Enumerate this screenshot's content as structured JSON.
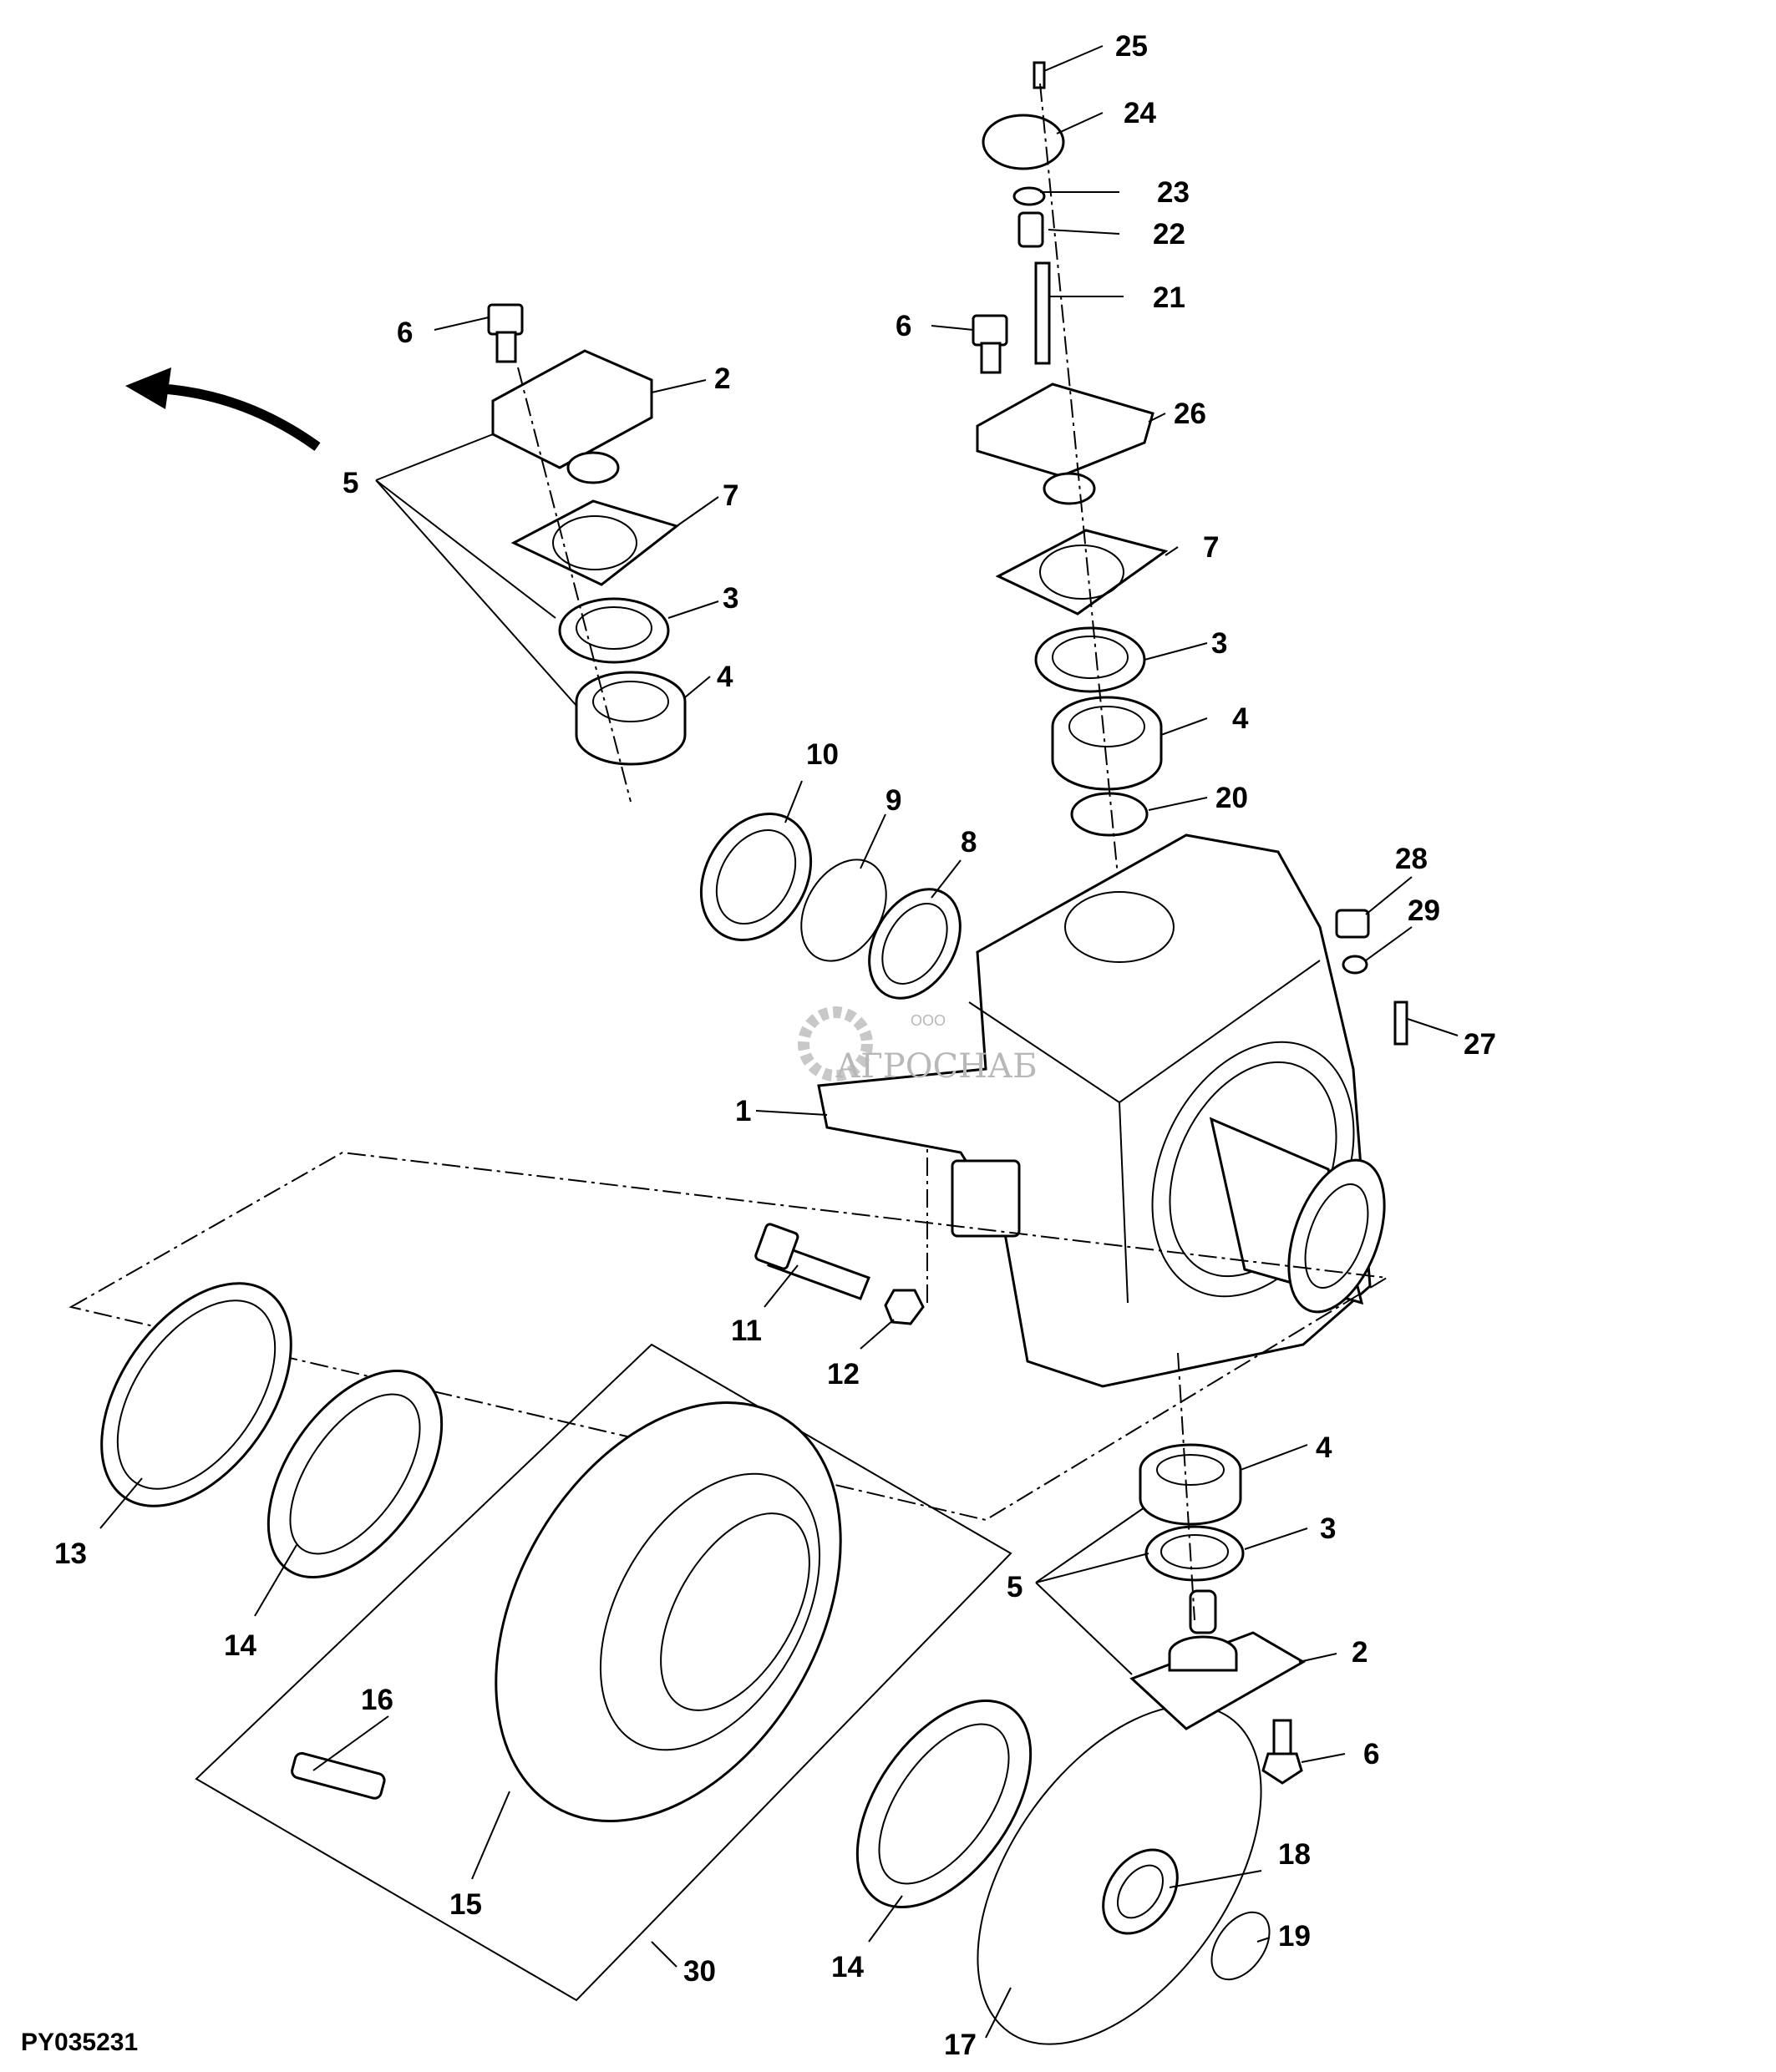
{
  "diagram": {
    "figure_code": "PY035231",
    "watermark": {
      "top": "ООО",
      "name": "АГРОСНАБ"
    },
    "callouts": [
      {
        "id": "c25",
        "text": "25"
      },
      {
        "id": "c24",
        "text": "24"
      },
      {
        "id": "c23",
        "text": "23"
      },
      {
        "id": "c22",
        "text": "22"
      },
      {
        "id": "c21",
        "text": "21"
      },
      {
        "id": "c6a",
        "text": "6"
      },
      {
        "id": "c6b",
        "text": "6"
      },
      {
        "id": "c2a",
        "text": "2"
      },
      {
        "id": "c26",
        "text": "26"
      },
      {
        "id": "c5a",
        "text": "5"
      },
      {
        "id": "c7a",
        "text": "7"
      },
      {
        "id": "c7b",
        "text": "7"
      },
      {
        "id": "c3a",
        "text": "3"
      },
      {
        "id": "c3b",
        "text": "3"
      },
      {
        "id": "c4a",
        "text": "4"
      },
      {
        "id": "c4b",
        "text": "4"
      },
      {
        "id": "c10",
        "text": "10"
      },
      {
        "id": "c9",
        "text": "9"
      },
      {
        "id": "c8",
        "text": "8"
      },
      {
        "id": "c20",
        "text": "20"
      },
      {
        "id": "c28",
        "text": "28"
      },
      {
        "id": "c29",
        "text": "29"
      },
      {
        "id": "c27",
        "text": "27"
      },
      {
        "id": "c1",
        "text": "1"
      },
      {
        "id": "c11",
        "text": "11"
      },
      {
        "id": "c12",
        "text": "12"
      },
      {
        "id": "c13",
        "text": "13"
      },
      {
        "id": "c14a",
        "text": "14"
      },
      {
        "id": "c4c",
        "text": "4"
      },
      {
        "id": "c3c",
        "text": "3"
      },
      {
        "id": "c5b",
        "text": "5"
      },
      {
        "id": "c2b",
        "text": "2"
      },
      {
        "id": "c6c",
        "text": "6"
      },
      {
        "id": "c16",
        "text": "16"
      },
      {
        "id": "c15",
        "text": "15"
      },
      {
        "id": "c30",
        "text": "30"
      },
      {
        "id": "c14b",
        "text": "14"
      },
      {
        "id": "c18",
        "text": "18"
      },
      {
        "id": "c19",
        "text": "19"
      },
      {
        "id": "c17",
        "text": "17"
      }
    ]
  }
}
